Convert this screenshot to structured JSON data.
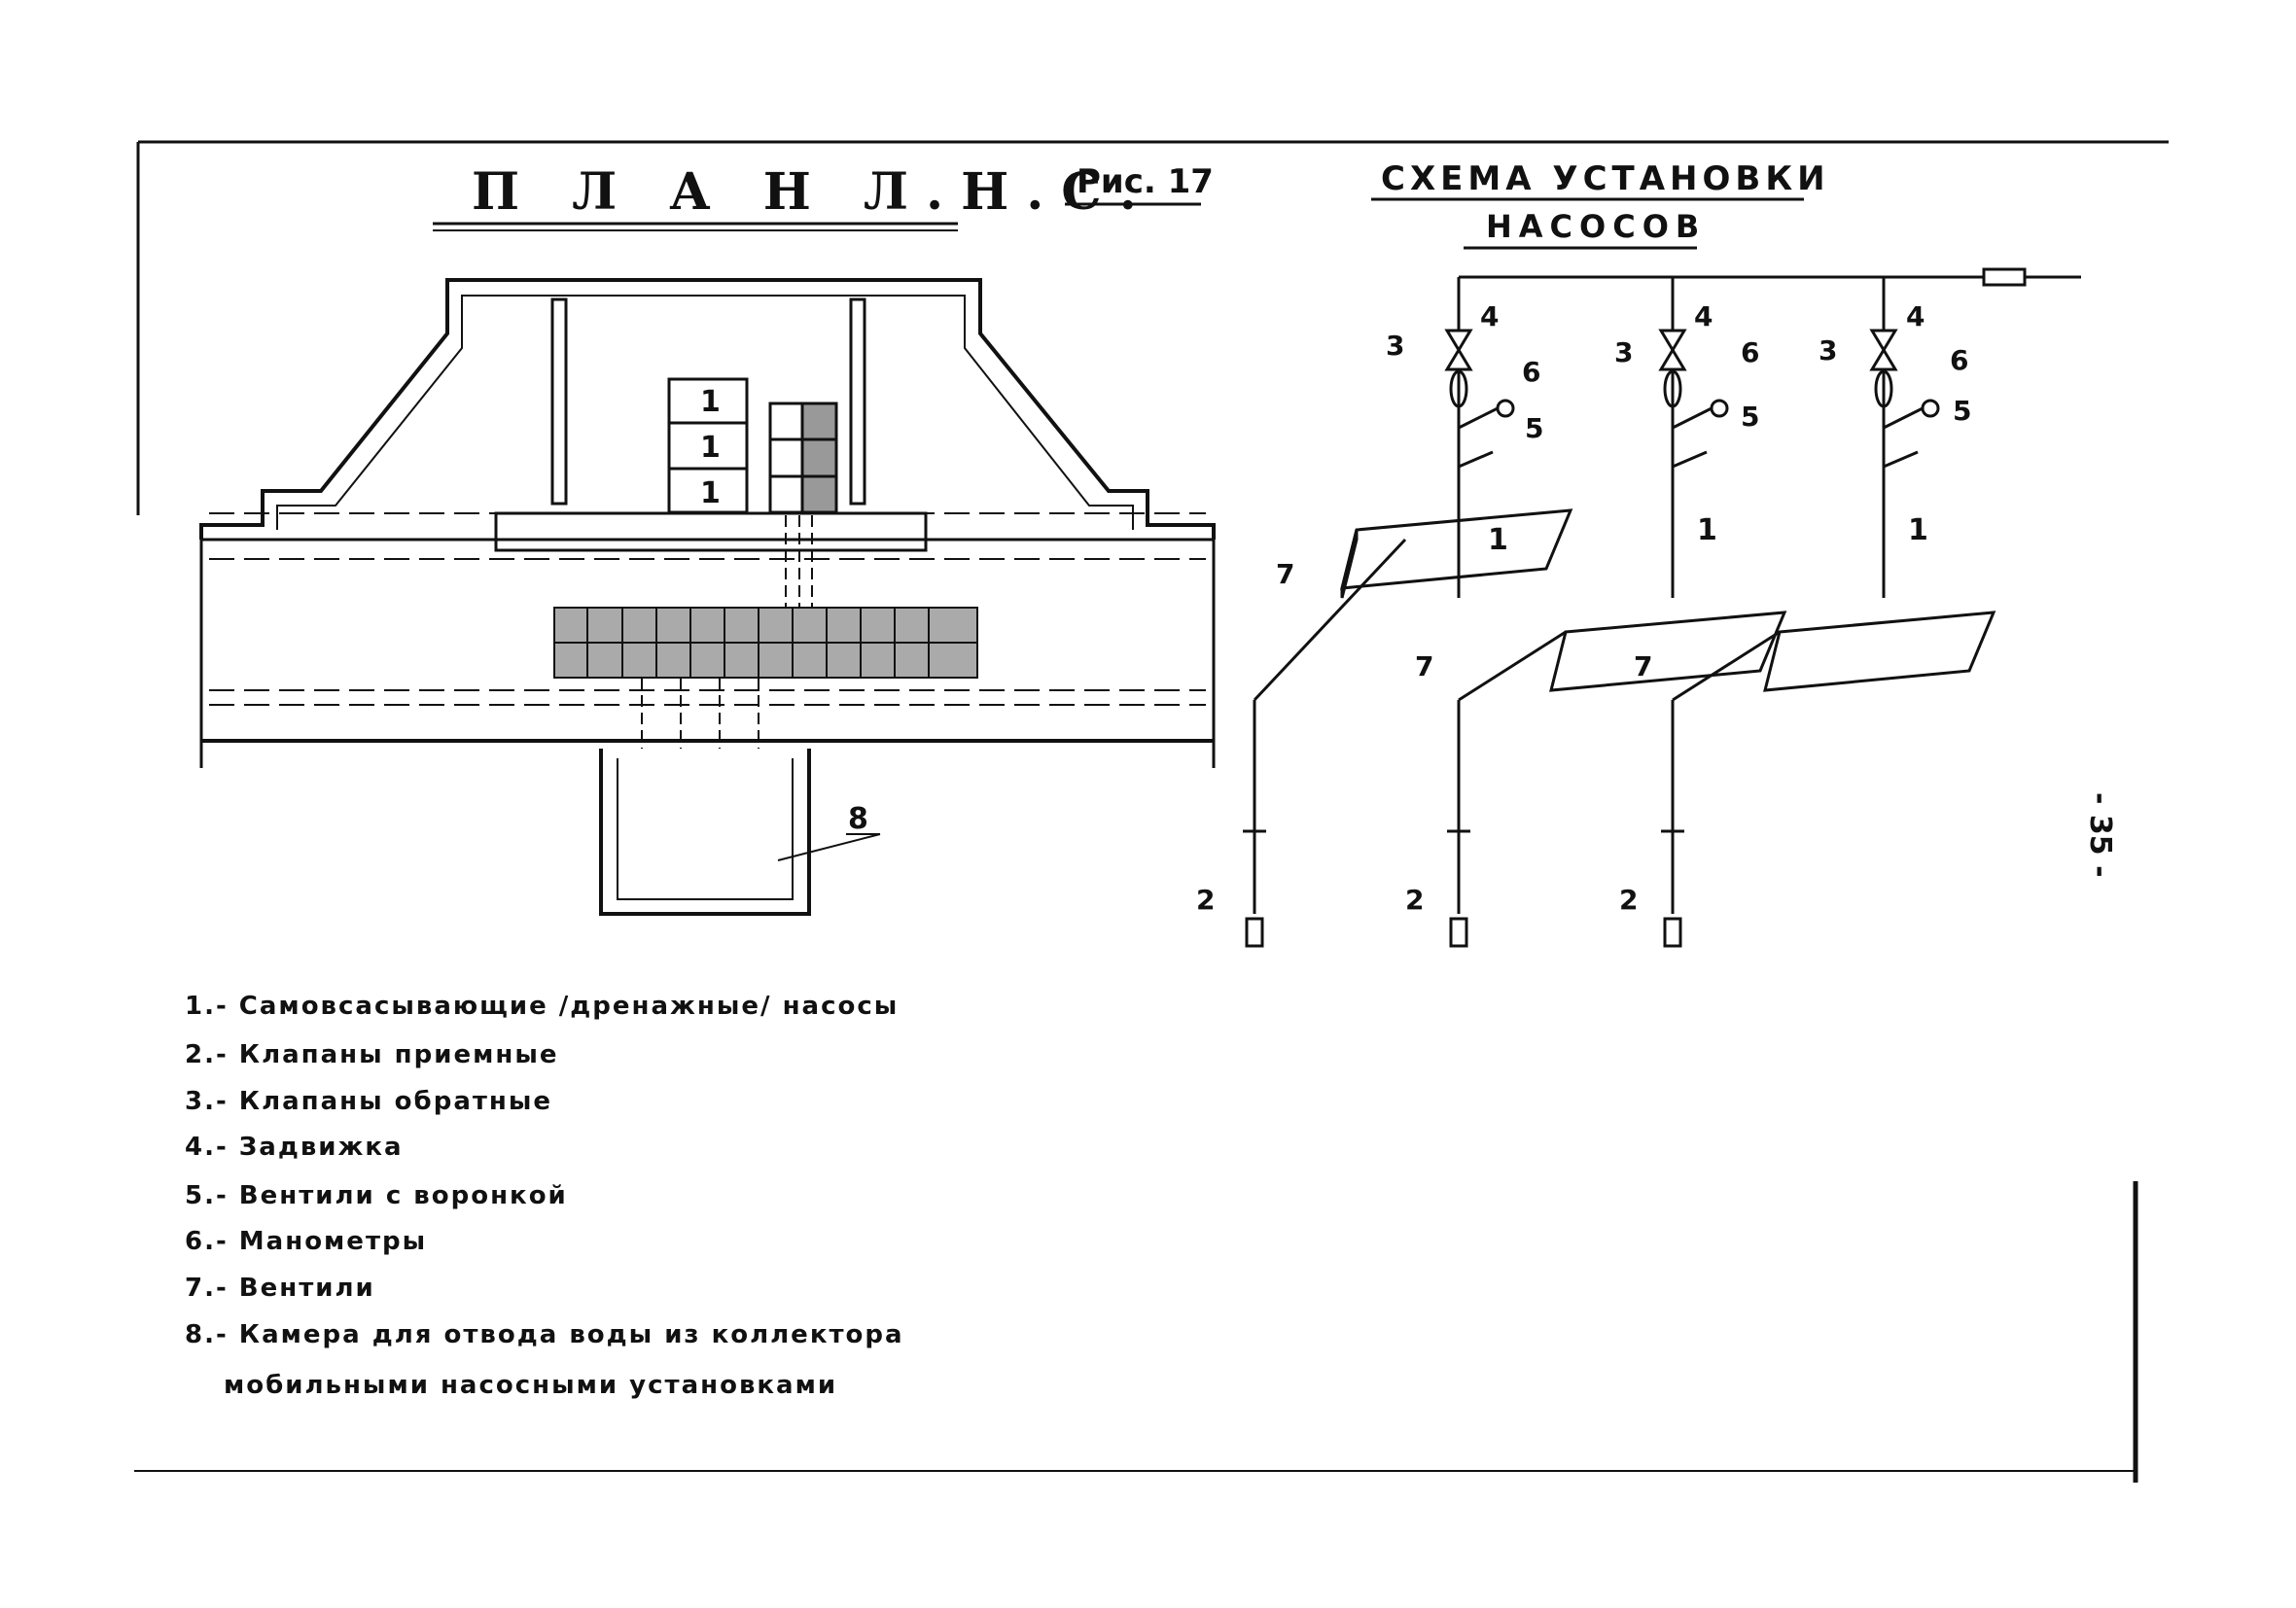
{
  "figure": {
    "plan_title": "П Л А Н   Л.Н.С.",
    "fig_label": "Рис. 17",
    "scheme_title_line1": "СХЕМА УСТАНОВКИ",
    "scheme_title_line2": "НАСОСОВ",
    "page_number": "- 35 -"
  },
  "plan_labels": {
    "pump": "1",
    "chamber": "8"
  },
  "scheme_labels": {
    "pump": "1",
    "intake_valve": "2",
    "check_valve": "3",
    "gate_valve": "4",
    "funnel_valve": "5",
    "manometer": "6",
    "valve": "7"
  },
  "legend": {
    "items": [
      "1.- Самовсасывающие /дренажные/ насосы",
      "2.- Клапаны приемные",
      "3.- Клапаны обратные",
      "4.- Задвижка",
      "5.- Вентили с воронкой",
      "6.- Манометры",
      "7.- Вентили",
      "8.- Камера для отвода воды из коллектора",
      "мобильными насосными установками"
    ]
  }
}
